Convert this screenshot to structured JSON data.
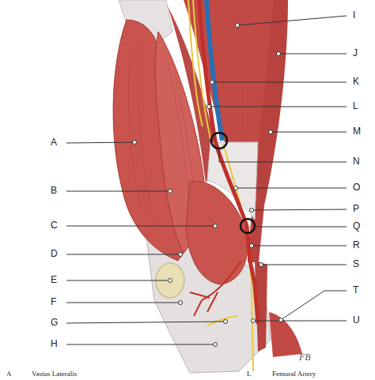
{
  "diagram": {
    "labels": [
      "A",
      "B",
      "C",
      "D",
      "E",
      "F",
      "G",
      "H",
      "I",
      "J",
      "K",
      "L",
      "M",
      "N",
      "O",
      "P",
      "Q",
      "R",
      "S",
      "T",
      "U",
      "FB",
      "A",
      "Vastus Lateralis",
      "L",
      "Femoral Artery"
    ]
  }
}
